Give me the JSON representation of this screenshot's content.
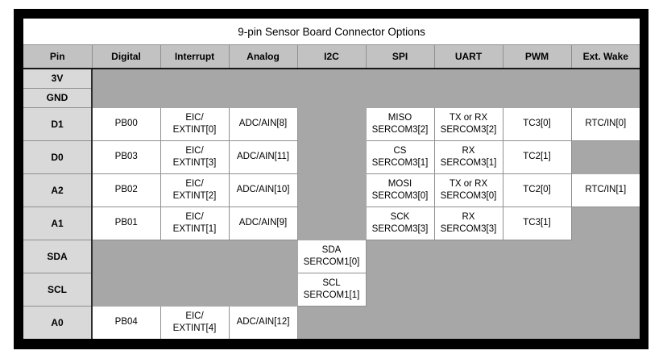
{
  "title": "9-pin Sensor Board Connector Options",
  "columns": [
    "Pin",
    "Digital",
    "Interrupt",
    "Analog",
    "I2C",
    "SPI",
    "UART",
    "PWM",
    "Ext. Wake"
  ],
  "rows": [
    {
      "pin": "3V",
      "cells": [
        [],
        [],
        [],
        [],
        [],
        [],
        [],
        []
      ]
    },
    {
      "pin": "GND",
      "cells": [
        [],
        [],
        [],
        [],
        [],
        [],
        [],
        []
      ]
    },
    {
      "pin": "D1",
      "cells": [
        [
          "PB00"
        ],
        [
          "EIC/",
          "EXTINT[0]"
        ],
        [
          "ADC/AIN[8]"
        ],
        [],
        [
          "MISO",
          "SERCOM3[2]"
        ],
        [
          "TX or RX",
          "SERCOM3[2]"
        ],
        [
          "TC3[0]"
        ],
        [
          "RTC/IN[0]"
        ]
      ]
    },
    {
      "pin": "D0",
      "cells": [
        [
          "PB03"
        ],
        [
          "EIC/",
          "EXTINT[3]"
        ],
        [
          "ADC/AIN[11]"
        ],
        [],
        [
          "CS",
          "SERCOM3[1]"
        ],
        [
          "RX",
          "SERCOM3[1]"
        ],
        [
          "TC2[1]"
        ],
        []
      ]
    },
    {
      "pin": "A2",
      "cells": [
        [
          "PB02"
        ],
        [
          "EIC/",
          "EXTINT[2]"
        ],
        [
          "ADC/AIN[10]"
        ],
        [],
        [
          "MOSI",
          "SERCOM3[0]"
        ],
        [
          "TX or RX",
          "SERCOM3[0]"
        ],
        [
          "TC2[0]"
        ],
        [
          "RTC/IN[1]"
        ]
      ]
    },
    {
      "pin": "A1",
      "cells": [
        [
          "PB01"
        ],
        [
          "EIC/",
          "EXTINT[1]"
        ],
        [
          "ADC/AIN[9]"
        ],
        [],
        [
          "SCK",
          "SERCOM3[3]"
        ],
        [
          "RX",
          "SERCOM3[3]"
        ],
        [
          "TC3[1]"
        ],
        []
      ]
    },
    {
      "pin": "SDA",
      "cells": [
        [],
        [],
        [],
        [
          "SDA",
          "SERCOM1[0]"
        ],
        [],
        [],
        [],
        []
      ]
    },
    {
      "pin": "SCL",
      "cells": [
        [],
        [],
        [],
        [
          "SCL",
          "SERCOM1[1]"
        ],
        [],
        [],
        [],
        []
      ]
    },
    {
      "pin": "A0",
      "cells": [
        [
          "PB04"
        ],
        [
          "EIC/",
          "EXTINT[4]"
        ],
        [
          "ADC/AIN[12]"
        ],
        [],
        [],
        [],
        [],
        []
      ]
    }
  ],
  "colors": {
    "frame": "#000000",
    "title_bg": "#ffffff",
    "header_bg": "#c2c2c2",
    "pin_bg": "#d9d9d9",
    "empty_bg": "#a7a7a7",
    "cell_bg": "#ffffff",
    "grid": "#8f8f8f",
    "header_rule": "#161616",
    "pin_rule": "#2e2e2e",
    "text": "#000000"
  }
}
